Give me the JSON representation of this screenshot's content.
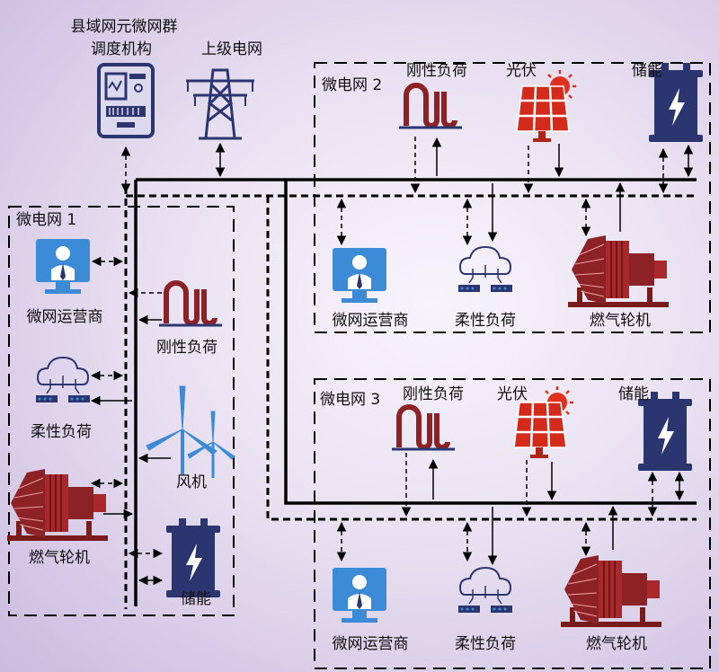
{
  "colors": {
    "navy": "#2b3570",
    "red": "#b02418",
    "blue": "#3c8bd6",
    "maroon": "#8c2226",
    "dark_red": "#7a1b1b"
  },
  "top": {
    "dispatch_label_line1": "县域网元微网群",
    "dispatch_label_line2": "调度机构",
    "grid_label": "上级电网"
  },
  "mg1": {
    "title": "微电网 1",
    "operator": "微网运营商",
    "rigid_load": "刚性负荷",
    "flexible_load": "柔性负荷",
    "wind": "风机",
    "gas_turbine": "燃气轮机",
    "storage": "储能"
  },
  "mg2": {
    "title": "微电网 2",
    "rigid_load": "刚性负荷",
    "pv": "光伏",
    "storage": "储能",
    "operator": "微网运营商",
    "flexible_load": "柔性负荷",
    "gas_turbine": "燃气轮机"
  },
  "mg3": {
    "title": "微电网 3",
    "rigid_load": "刚性负荷",
    "pv": "光伏",
    "storage": "储能",
    "operator": "微网运营商",
    "flexible_load": "柔性负荷",
    "gas_turbine": "燃气轮机"
  }
}
